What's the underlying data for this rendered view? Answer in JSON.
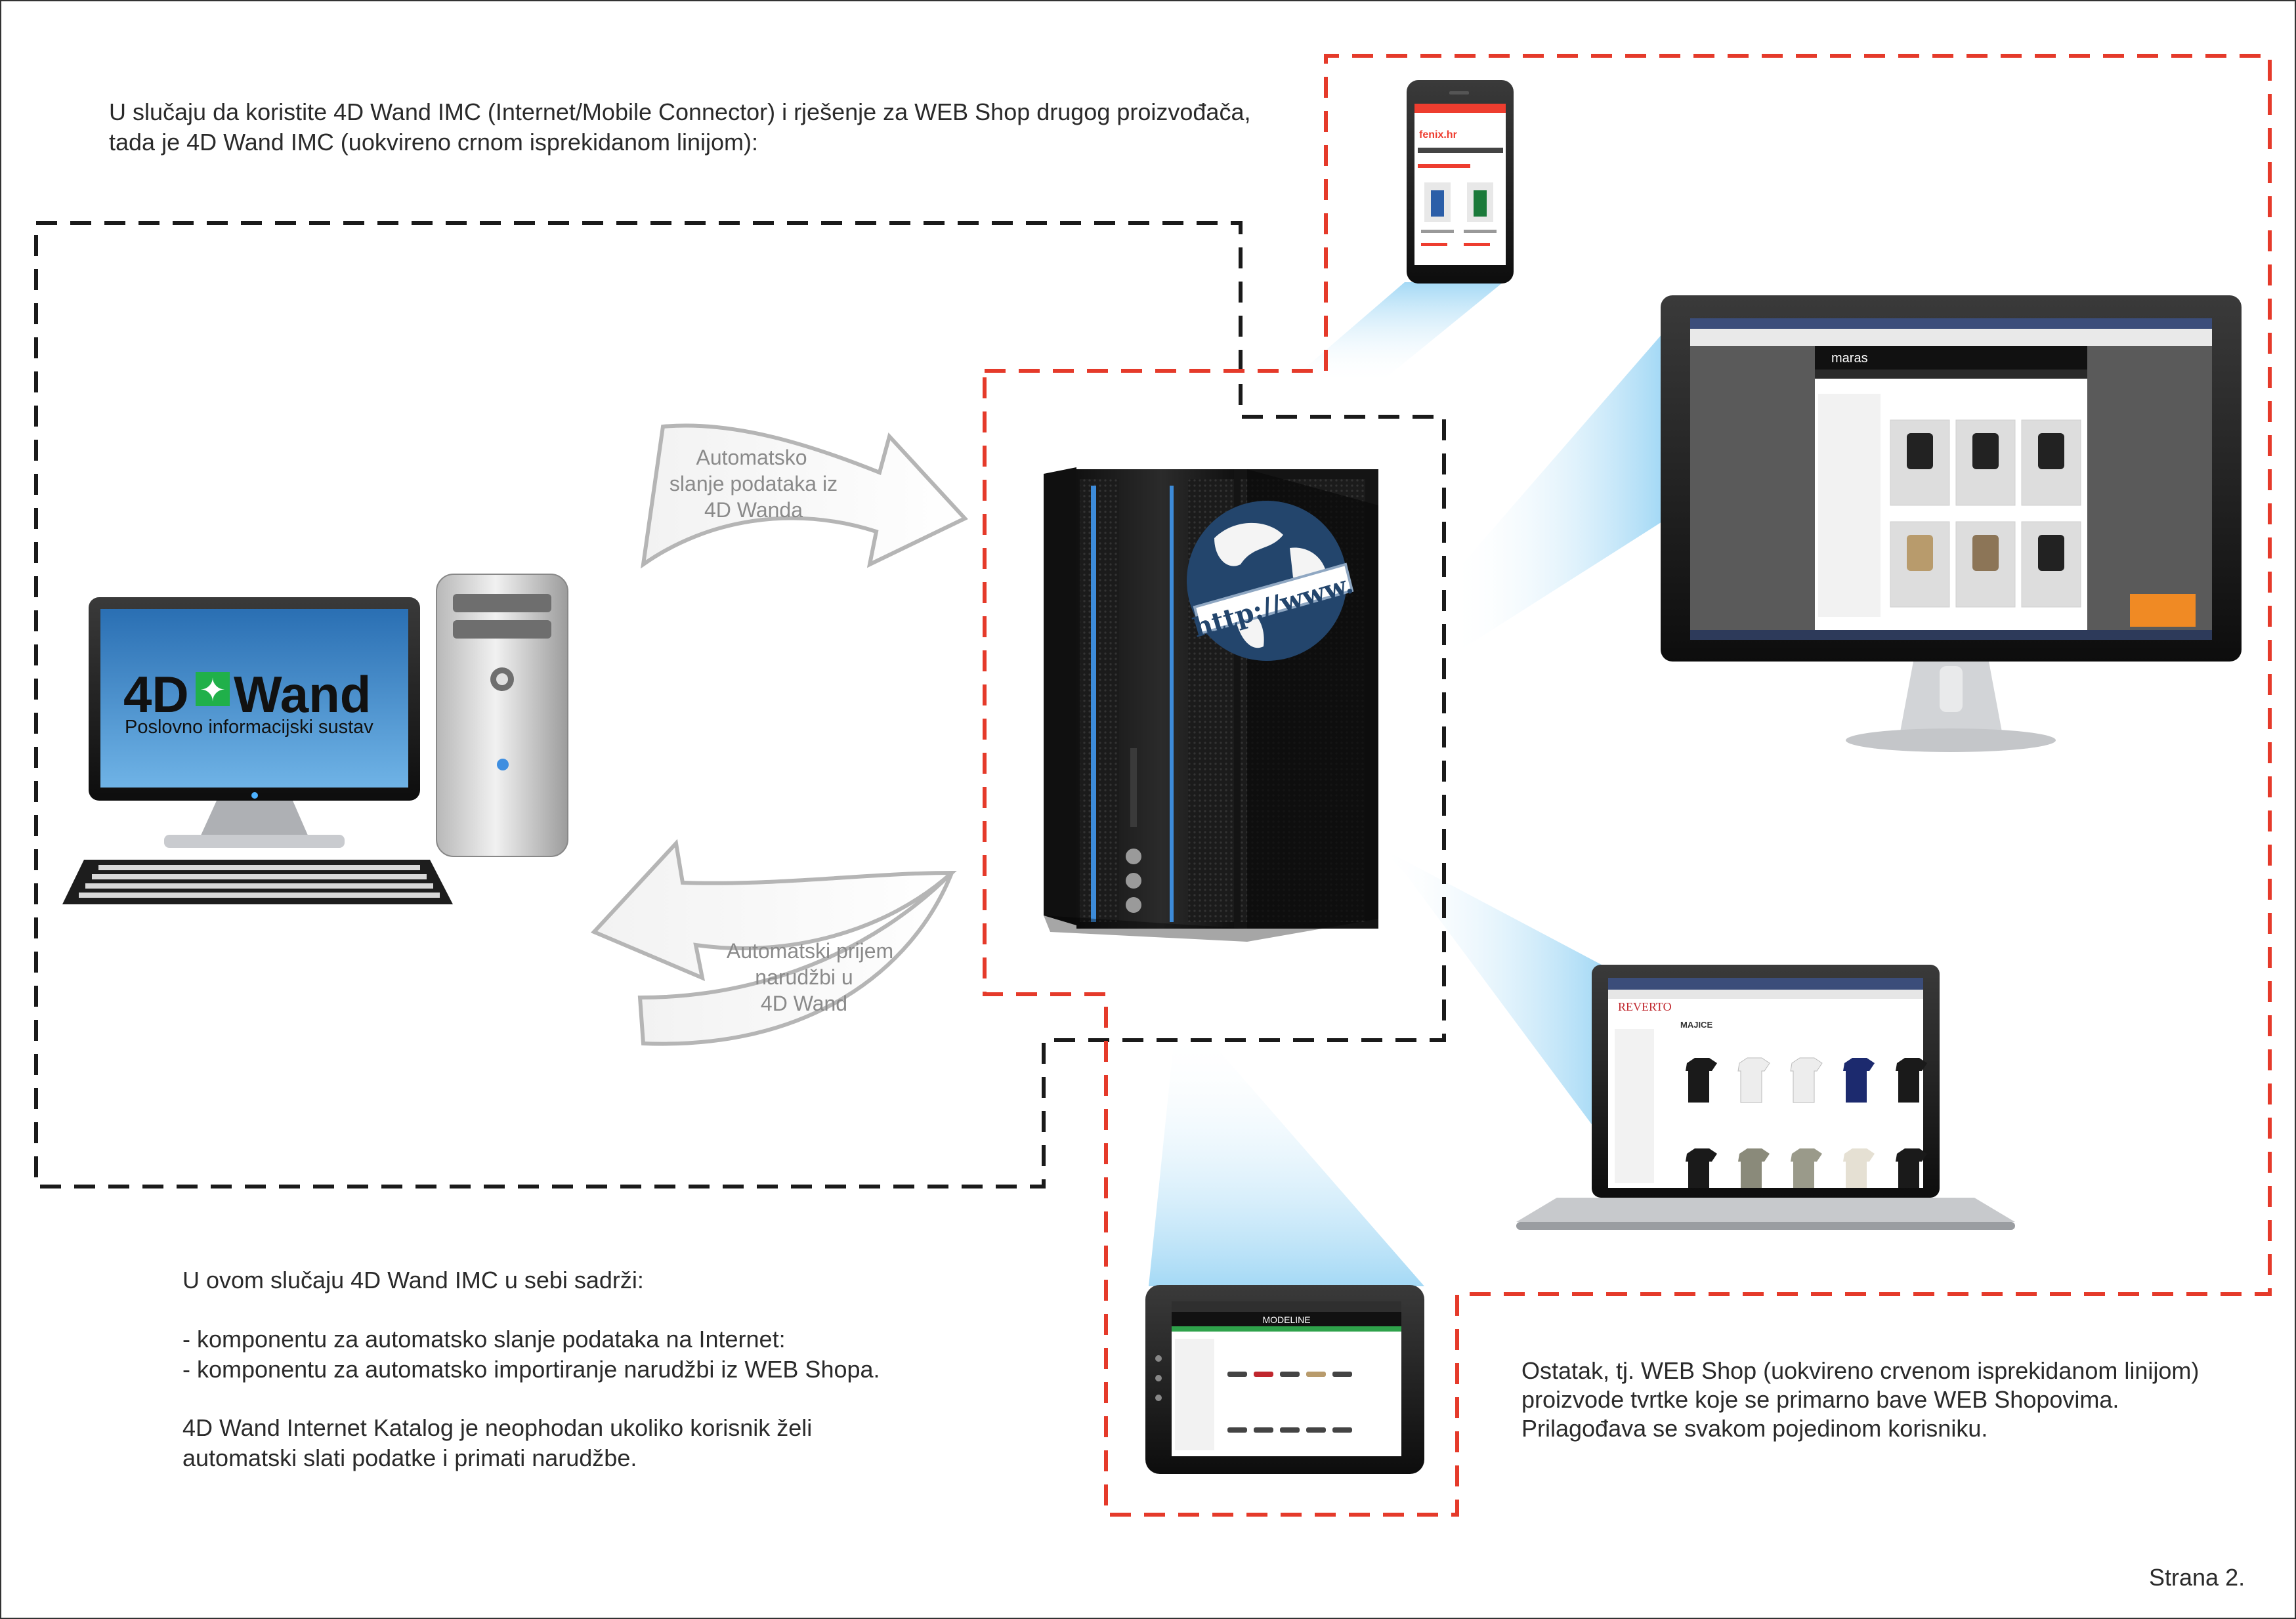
{
  "intro": {
    "line1": "U slučaju da koristite 4D Wand IMC (Internet/Mobile Connector) i rješenje za WEB Shop drugog proizvođača,",
    "line2": "tada je 4D Wand IMC (uokvireno crnom isprekidanom linijom):"
  },
  "arrows": {
    "send": [
      "Automatsko",
      "slanje podataka iz",
      "4D Wanda"
    ],
    "receive": [
      "Automatski prijem",
      "narudžbi u",
      "4D Wand"
    ]
  },
  "desktop_screen": {
    "logo_left": "4D",
    "logo_right": "Wand",
    "subtitle": "Poslovno informacijski sustav"
  },
  "server": {
    "globe_text": "http://www."
  },
  "devices": {
    "phone_site": "fenix.hr",
    "monitor_site": "maras",
    "laptop_site": "REVERTO",
    "laptop_section": "MAJICE",
    "tablet_site": "MODELINE"
  },
  "bottom_left": {
    "heading": "U ovom slučaju 4D Wand IMC u sebi sadrži:",
    "item1": "- komponentu za automatsko slanje podataka na Internet:",
    "item2": "- komponentu za automatsko importiranje narudžbi iz WEB Shopa.",
    "note_line1": "4D Wand Internet Katalog je neophodan ukoliko korisnik želi",
    "note_line2": "automatski slati podatke i primati narudžbe."
  },
  "bottom_right": {
    "line1": "Ostatak, tj. WEB Shop (uokvireno crvenom isprekidanom linijom)",
    "line2": "proizvode tvrtke koje se primarno bave WEB Shopovima.",
    "line3": "Prilagođava se svakom pojedinom korisniku."
  },
  "page_number": "Strana 2.",
  "colors": {
    "black_dash": "#1a1a1a",
    "red_dash": "#e53a2a",
    "screen_blue": "#2f7fc4",
    "beam": "#bfe3f7"
  }
}
